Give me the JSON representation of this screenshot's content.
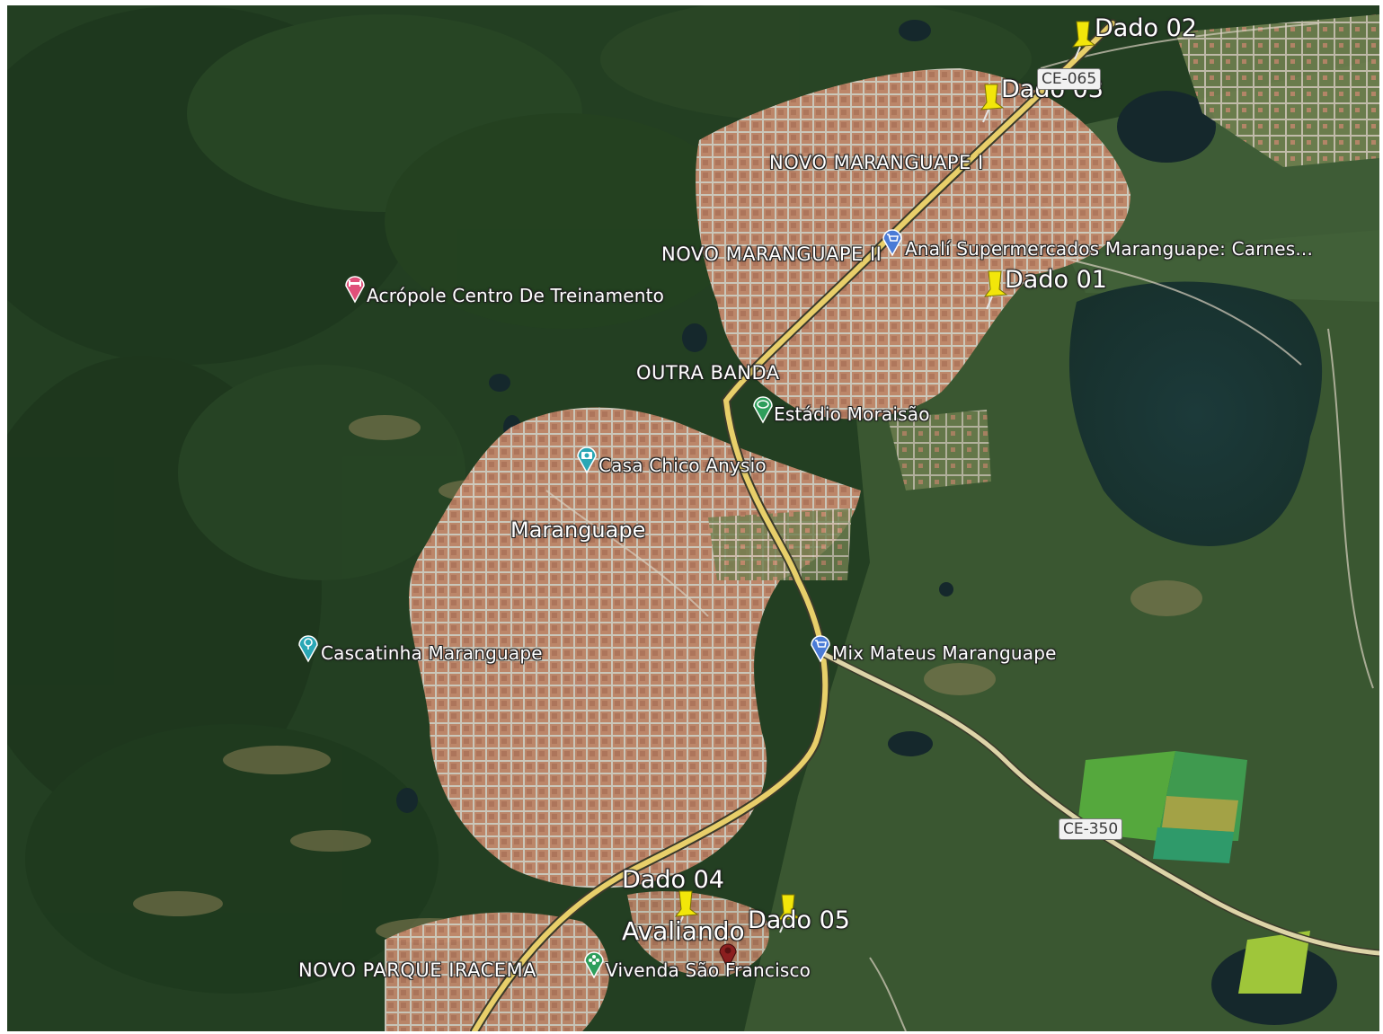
{
  "map": {
    "pins": [
      {
        "id": "dado-02",
        "label": "Dado 02",
        "color": "#f2e60a"
      },
      {
        "id": "dado-03",
        "label": "Dado 03",
        "color": "#f2e60a"
      },
      {
        "id": "dado-01",
        "label": "Dado 01",
        "color": "#f2e60a"
      },
      {
        "id": "dado-04",
        "label": "Dado 04",
        "color": "#f2e60a"
      },
      {
        "id": "dado-05",
        "label": "Dado 05",
        "color": "#f2e60a"
      },
      {
        "id": "avaliando",
        "label": "Avaliando",
        "color": "#8b1f1f"
      }
    ],
    "area_labels": {
      "novo_maranguape_1": "NOVO MARANGUAPE I",
      "novo_maranguape_2": "NOVO MARANGUAPE II",
      "outra_banda": "OUTRA BANDA",
      "novo_parque_iracema": "NOVO PARQUE IRACEMA",
      "maranguape": "Maranguape"
    },
    "places": {
      "acropole": {
        "label": "Acrópole Centro De Treinamento",
        "icon": "gym-pin-icon",
        "color": "#e0507a"
      },
      "anali": {
        "label": "Analí Supermercados Maranguape: Carnes...",
        "icon": "shopping-cart-pin-icon",
        "color": "#4a7bd6"
      },
      "estadio": {
        "label": "Estádio Moraisão",
        "icon": "stadium-pin-icon",
        "color": "#2e9e5b"
      },
      "casa_chico": {
        "label": "Casa Chico Anysio",
        "icon": "camera-pin-icon",
        "color": "#2aa7b5"
      },
      "cascatinha": {
        "label": "Cascatinha Maranguape",
        "icon": "landmark-pin-icon",
        "color": "#2aa7b5"
      },
      "mix_mateus": {
        "label": "Mix Mateus Maranguape",
        "icon": "shopping-cart-pin-icon",
        "color": "#4a7bd6"
      },
      "vivenda": {
        "label": "Vivenda São Francisco",
        "icon": "flower-pin-icon",
        "color": "#2e9e5b"
      }
    },
    "roads": {
      "ce065": "CE-065",
      "ce350": "CE-350"
    }
  }
}
